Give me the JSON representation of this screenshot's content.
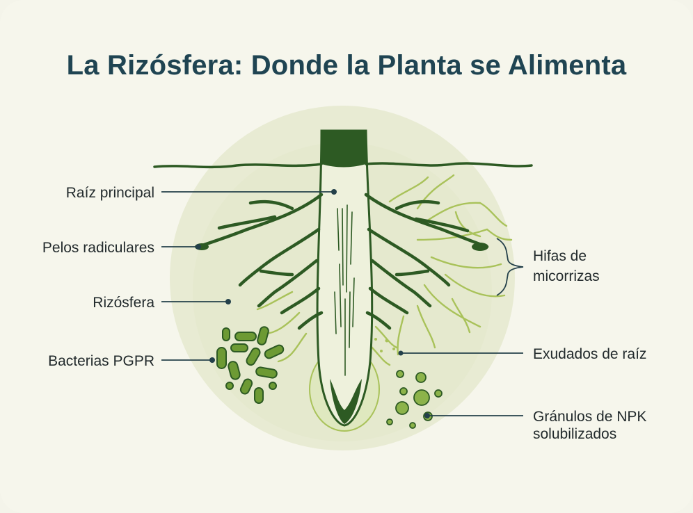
{
  "title": "La Rizósfera: Donde la Planta se Alimenta",
  "labels": {
    "main_root": "Raíz principal",
    "root_hairs": "Pelos radiculares",
    "rhizosphere": "Rizósfera",
    "bacteria": "Bacterias PGPR",
    "hyphae_line1": "Hifas de",
    "hyphae_line2": "micorrizas",
    "exudates": "Exudados de raíz",
    "granules_line1": "Gránulos de NPK",
    "granules_line2": "solubilizados"
  },
  "colors": {
    "title": "#1f4452",
    "root_dark": "#2d5a23",
    "hyphae": "#a9c25a",
    "halo": "#e9ecd6",
    "bacteria": "#6d9a34",
    "leader": "#23404a"
  }
}
